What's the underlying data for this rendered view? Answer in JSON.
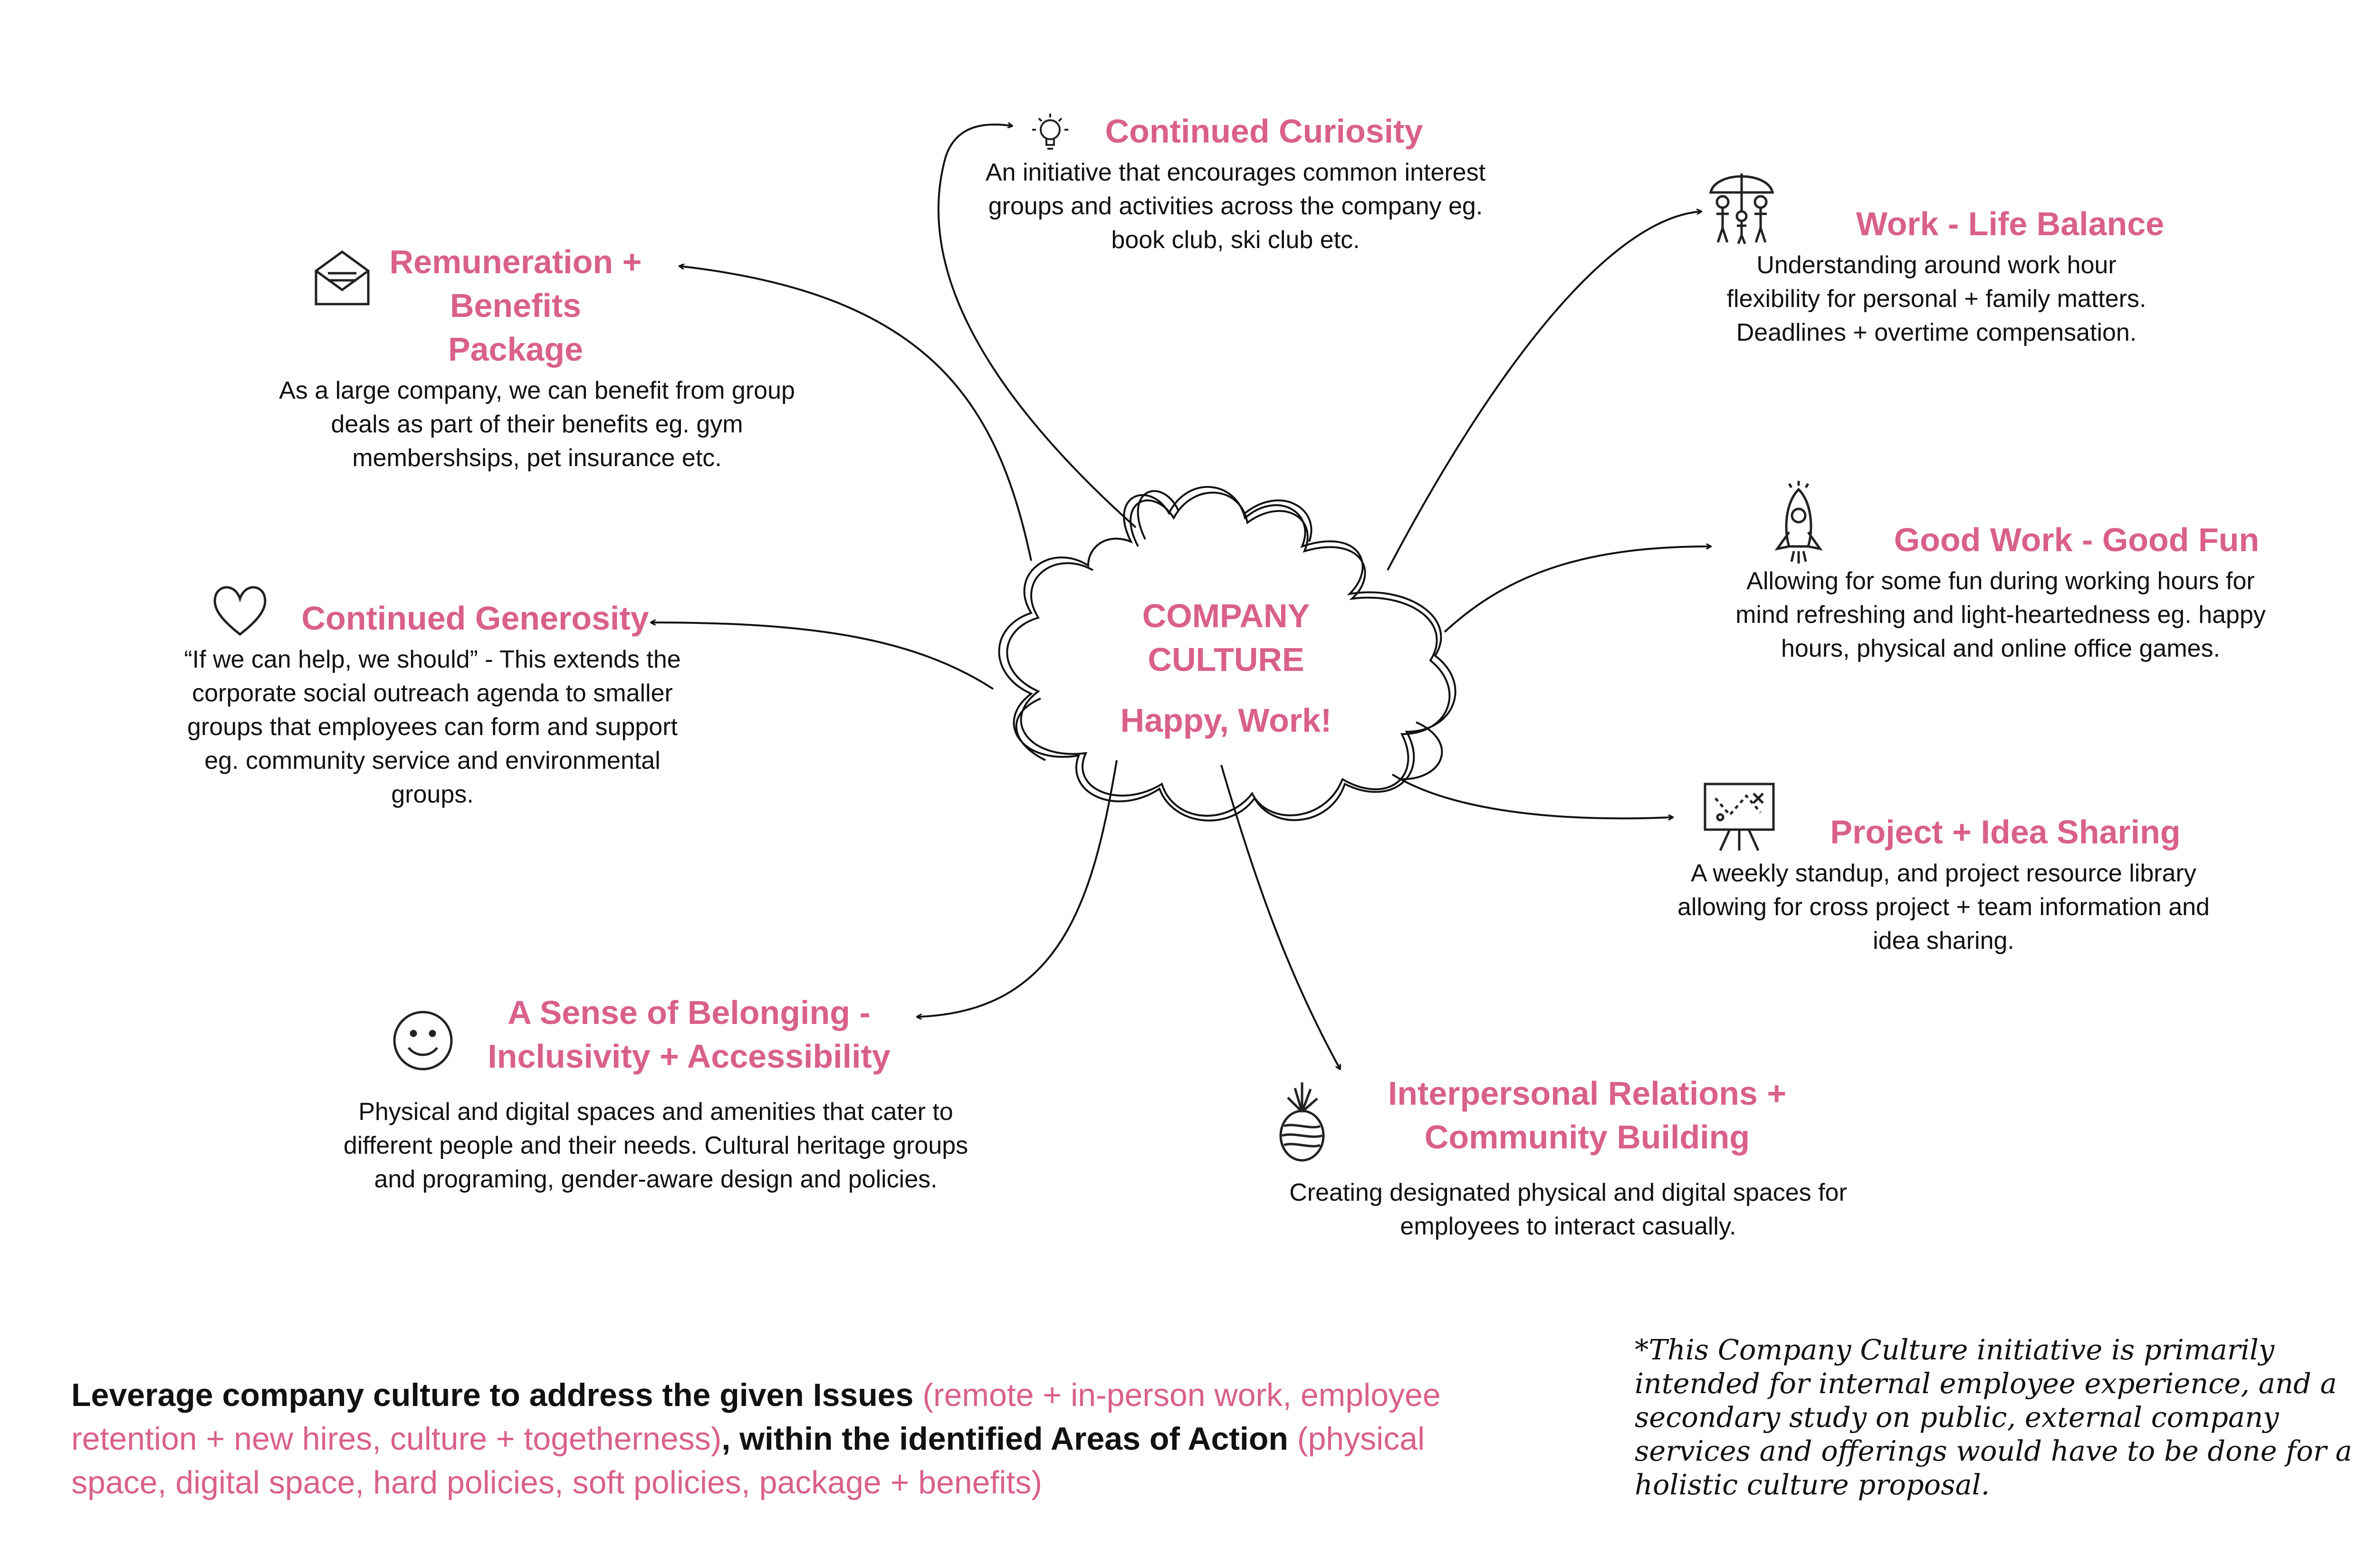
{
  "center": {
    "title": "COMPANY CULTURE",
    "subtitle": "Happy, Work!"
  },
  "nodes": {
    "curiosity": {
      "title": "Continued Curiosity",
      "description": "An initiative that encourages common interest groups and activities across the company eg. book club, ski club etc.",
      "icon": "lightbulb-icon"
    },
    "remuneration": {
      "title": "Remuneration + Benefits Package",
      "description": "As a large company, we can benefit from group deals as part of their benefits eg. gym membershsips, pet insurance etc.",
      "icon": "envelope-icon"
    },
    "generosity": {
      "title": "Continued Generosity",
      "description": "“If we can help, we should” - This extends the corporate social outreach agenda to smaller groups that employees can form and support eg. community service and environmental groups.",
      "icon": "heart-icon"
    },
    "belonging": {
      "title": "A Sense of Belonging - Inclusivity + Accessibility",
      "description": "Physical and digital spaces and amenities that cater to different people and their needs. Cultural heritage groups and programing, gender-aware design and policies.",
      "icon": "smiley-icon"
    },
    "interpersonal": {
      "title": "Interpersonal Relations + Community Building",
      "description": "Creating designated physical and digital spaces for employees to interact casually.",
      "icon": "pineapple-icon"
    },
    "project": {
      "title": "Project + Idea Sharing",
      "description": "A weekly standup, and project resource library allowing for cross project + team information and idea sharing.",
      "icon": "presentation-board-icon"
    },
    "goodwork": {
      "title": "Good Work - Good Fun",
      "description": "Allowing for some fun during working hours for mind refreshing and light-heartedness eg. happy hours, physical and online office games.",
      "icon": "rocket-icon"
    },
    "worklife": {
      "title": "Work - Life Balance",
      "description": "Understanding around work hour flexibility for personal + family matters. Deadlines + overtime compensation.",
      "icon": "family-umbrella-icon"
    }
  },
  "footer": {
    "part1": "Leverage company culture to address the given Issues",
    "part2": " (remote + in-person work, employee retention + new hires, culture + togetherness)",
    "part3": ", within the identified Areas of Action",
    "part4": " (physical space, digital space, hard policies, soft policies, package + benefits)"
  },
  "note": "*This Company Culture initiative is primarily intended for internal employee experience, and a secondary study on public, external company services and offerings would have to be done for a holistic culture proposal.",
  "colors": {
    "accent": "#d9608b",
    "text": "#111111",
    "line": "#111111"
  }
}
